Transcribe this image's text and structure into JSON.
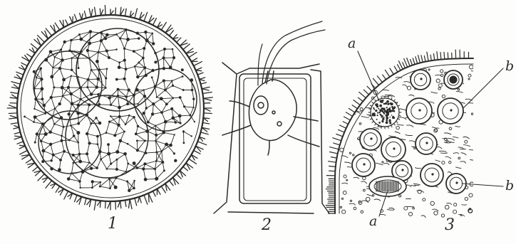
{
  "figure": {
    "panels": [
      {
        "number": "1"
      },
      {
        "number": "2"
      },
      {
        "number": "3"
      }
    ],
    "annotations": {
      "a_top": "a",
      "a_bottom": "a",
      "b_top": "b",
      "b_bottom": "b"
    },
    "colors": {
      "ink": "#2b2b2b",
      "paper": "#fdfdfb"
    }
  }
}
